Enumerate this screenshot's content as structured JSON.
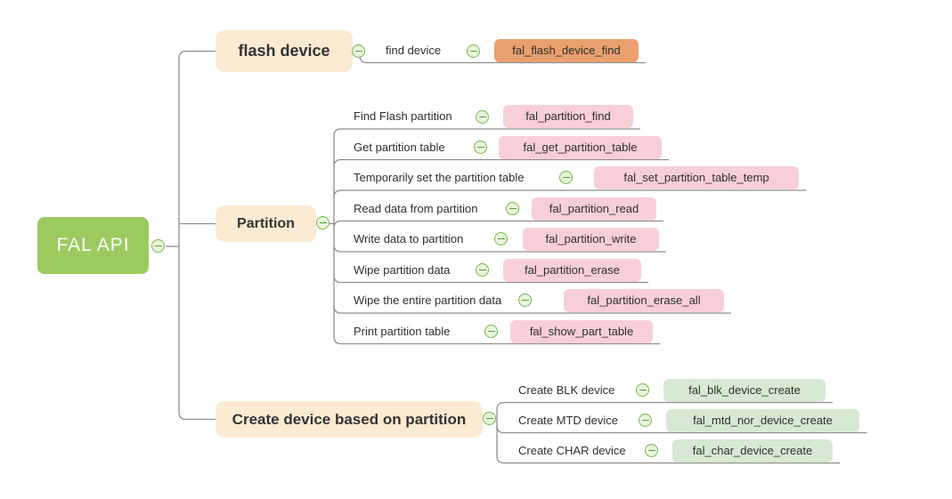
{
  "root": {
    "label": "FAL API"
  },
  "branches": [
    {
      "label": "flash device",
      "children": [
        {
          "label": "find device",
          "api": "fal_flash_device_find"
        }
      ]
    },
    {
      "label": "Partition",
      "children": [
        {
          "label": "Find Flash partition",
          "api": "fal_partition_find"
        },
        {
          "label": "Get partition table",
          "api": "fal_get_partition_table"
        },
        {
          "label": "Temporarily set the partition table",
          "api": "fal_set_partition_table_temp"
        },
        {
          "label": "Read data from partition",
          "api": "fal_partition_read"
        },
        {
          "label": "Write data to partition",
          "api": "fal_partition_write"
        },
        {
          "label": "Wipe partition data",
          "api": "fal_partition_erase"
        },
        {
          "label": "Wipe the entire partition data",
          "api": "fal_partition_erase_all"
        },
        {
          "label": "Print partition table",
          "api": "fal_show_part_table"
        }
      ]
    },
    {
      "label": "Create device based on partition",
      "children": [
        {
          "label": "Create BLK device",
          "api": "fal_blk_device_create"
        },
        {
          "label": "Create MTD device",
          "api": "fal_mtd_nor_device_create"
        },
        {
          "label": "Create CHAR device",
          "api": "fal_char_device_create"
        }
      ]
    }
  ],
  "icons": {
    "collapse": "minus-circle-icon"
  },
  "colors": {
    "root_bg": "#9CCA5E",
    "branch_bg": "#FCEAD3",
    "api_orange": "#E9A06E",
    "api_pink": "#F8CFD6",
    "api_green": "#D7E9D2",
    "connector": "#8F8F8F"
  }
}
